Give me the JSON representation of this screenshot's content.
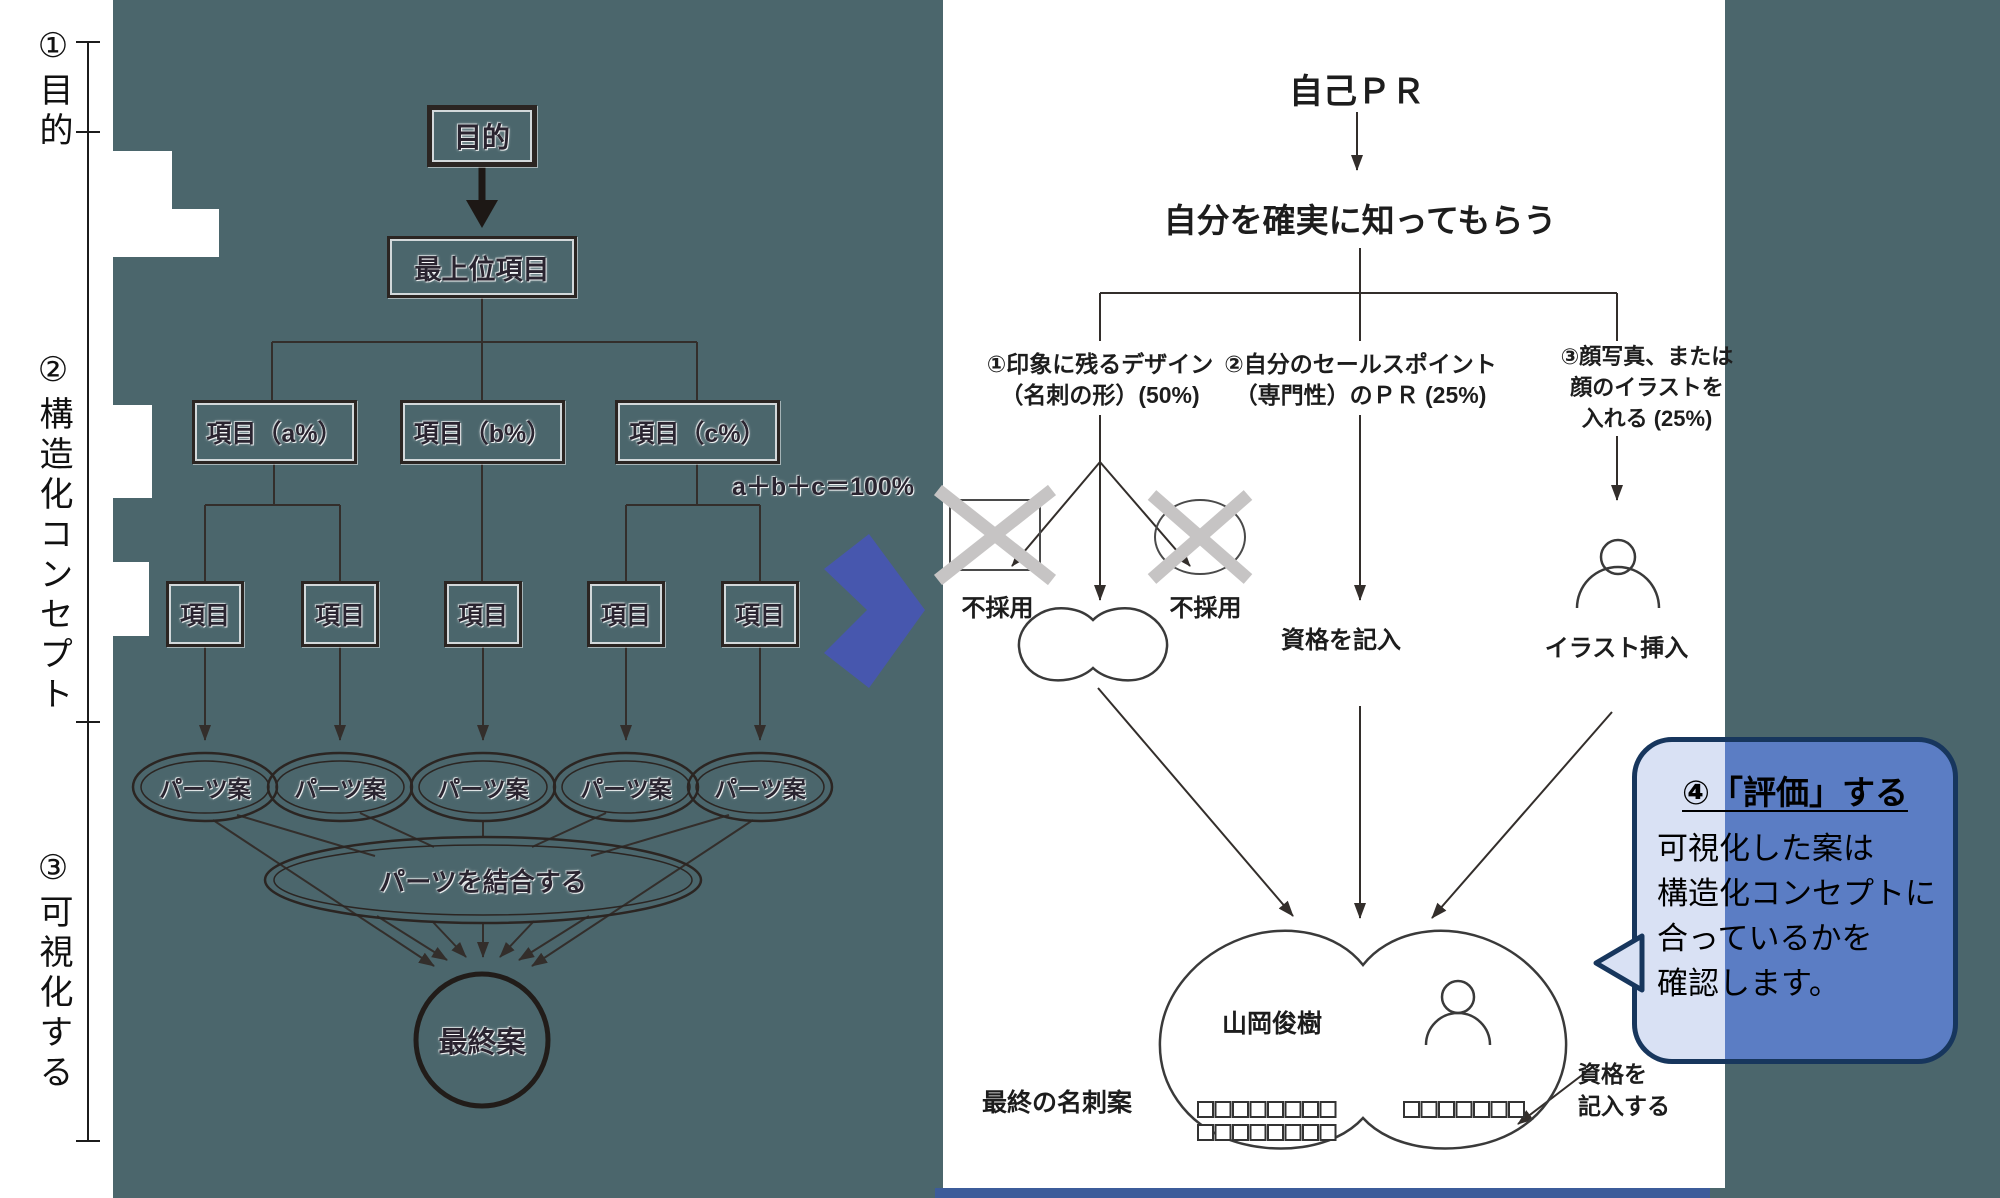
{
  "left": {
    "sections": {
      "s1": "①目的",
      "s2": "②構造化コンセプト",
      "s3": "③可視化する"
    },
    "tree": {
      "root": "目的",
      "top": "最上位項目",
      "item_a": "項目（a%）",
      "item_b": "項目（b%）",
      "item_c": "項目（c%）",
      "sum_note": "a＋b＋c＝100%",
      "item": "項目",
      "part": "パーツ案",
      "combine": "パーツを結合する",
      "final": "最終案"
    }
  },
  "right": {
    "title": "自己ＰＲ",
    "goal": "自分を確実に知ってもらう",
    "branch1": "①印象に残るデザイン\n（名刺の形）(50%)",
    "branch2": "②自分のセールスポイント\n（専門性）のＰＲ (25%)",
    "branch3": "③顔写真、または\n顔のイラストを\n入れる (25%)",
    "rejected1": "不採用",
    "rejected2": "不採用",
    "enter_qualification": "資格を記入",
    "insert_illustration": "イラスト挿入",
    "final_card": "最終の名刺案",
    "card_name": "山岡俊樹",
    "qualification_note": "資格を\n記入する"
  },
  "callout": {
    "title": "④「評価」する",
    "body": "可視化した案は\n構造化コンセプトに\n合っているかを\n確認します。"
  },
  "colors": {
    "background_teal": "#4b666c",
    "transition_arrow_blue": "#4757ae",
    "callout_border": "#17365d",
    "callout_fill_left": "#d9e1f4",
    "callout_fill_right": "#5b7dc4",
    "reject_x_gray": "#c6c4c4",
    "bottom_bar_blue": "#3c5c9a",
    "line_black": "#332e2b"
  }
}
